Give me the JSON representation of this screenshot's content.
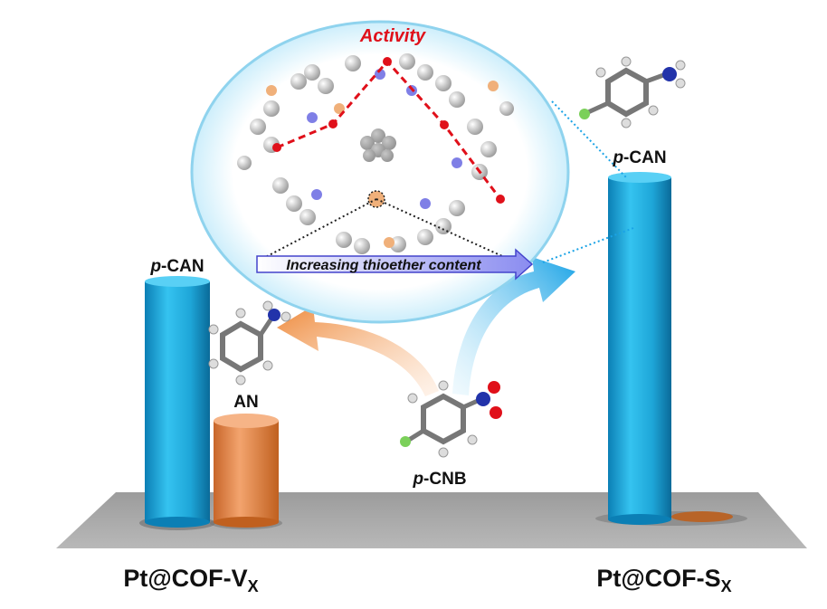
{
  "circle_inset": {
    "activity_label": "Activity",
    "arrow_label": "Increasing thioether content"
  },
  "left_catalyst": {
    "name": "Pt@COF-V",
    "subscript": "X",
    "tall_bar_label_prefix": "p",
    "tall_bar_label_suffix": "-CAN",
    "short_bar_label": "AN"
  },
  "right_catalyst": {
    "name": "Pt@COF-S",
    "subscript": "X",
    "bar_label_prefix": "p",
    "bar_label_suffix": "-CAN"
  },
  "reactant": {
    "label_prefix": "p",
    "label_suffix": "-CNB"
  },
  "colors": {
    "blue_bar": "#1ea6d8",
    "orange_bar": "#e8894a",
    "activity_red": "#e0101a",
    "platform_gray": "#a9a9a9",
    "circle_rim": "#8fd3ee"
  }
}
